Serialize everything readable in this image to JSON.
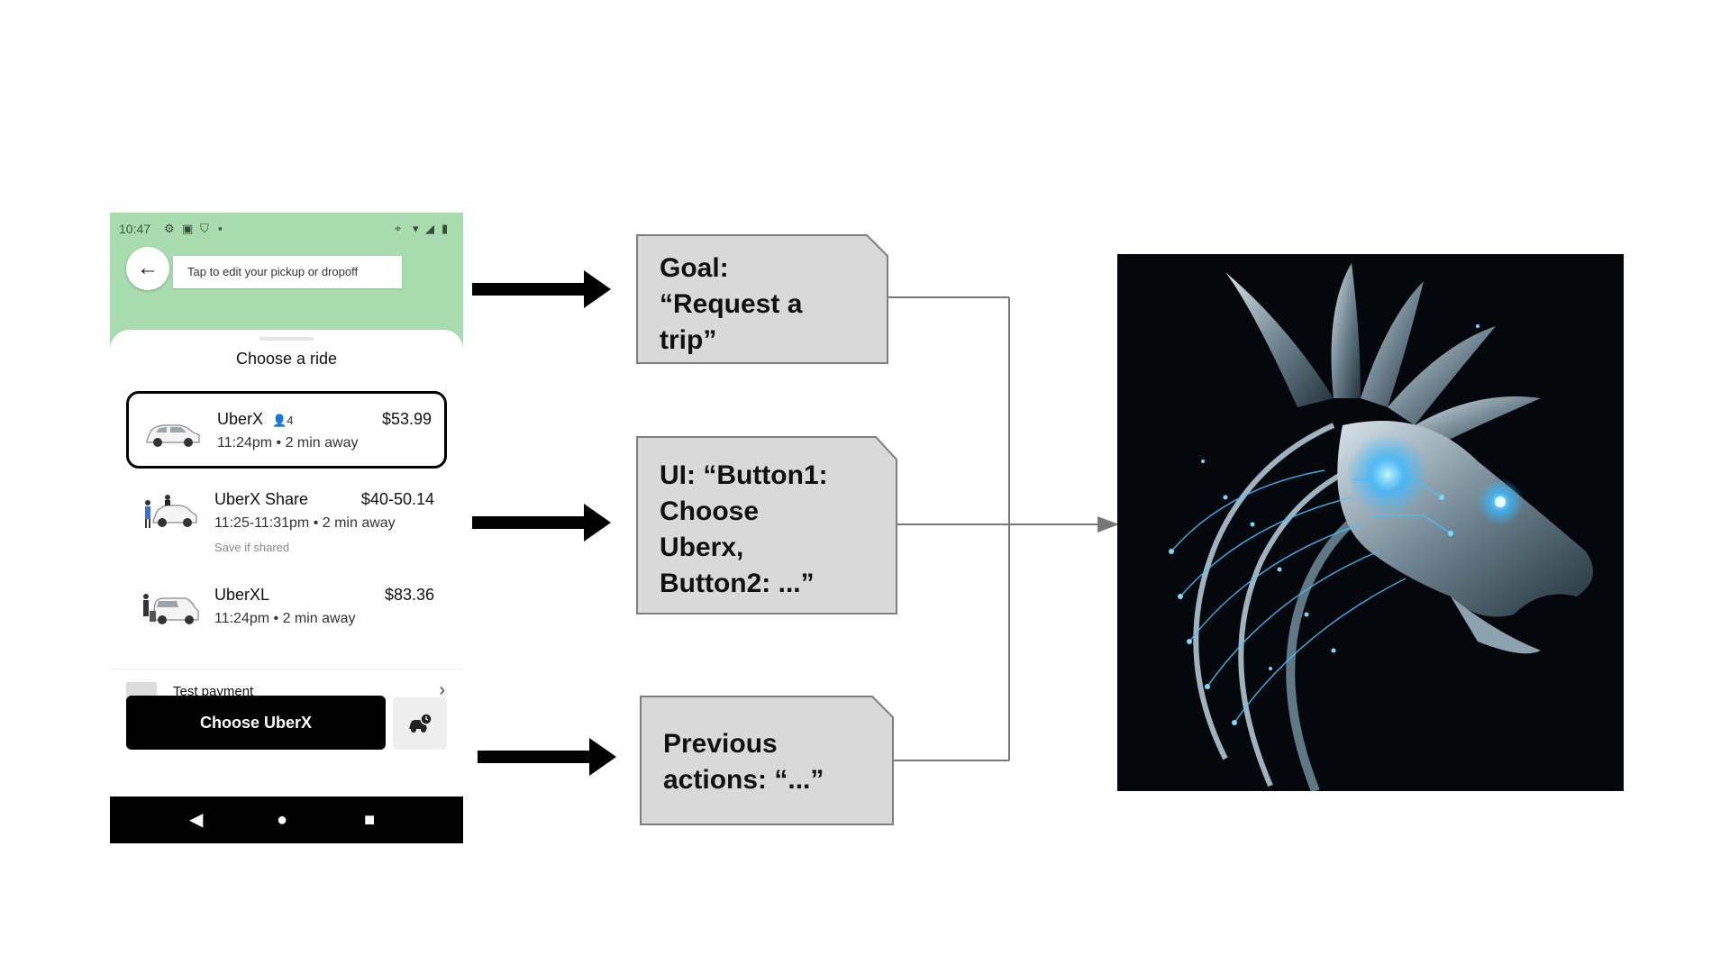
{
  "phone": {
    "status_bar": {
      "time": "10:47",
      "icons": [
        "gear-icon",
        "notepad-icon",
        "shield-icon",
        "sd-card-icon",
        "location-pin-icon",
        "wifi-icon",
        "signal-icon",
        "battery-icon"
      ]
    },
    "pickup_placeholder": "Tap to edit your pickup or dropoff",
    "sheet_title": "Choose a ride",
    "rides": [
      {
        "name": "UberX",
        "seats": "4",
        "price": "$53.99",
        "time": "11:24pm • 2 min away",
        "note": "",
        "selected": true
      },
      {
        "name": "UberX Share",
        "seats": "",
        "price": "$40-50.14",
        "time": "11:25-11:31pm • 2 min away",
        "note": "Save if shared",
        "selected": false
      },
      {
        "name": "UberXL",
        "seats": "",
        "price": "$83.36",
        "time": "11:24pm • 2 min away",
        "note": "",
        "selected": false
      }
    ],
    "payment_label": "Test payment",
    "choose_button": "Choose UberX",
    "colors": {
      "map_header": "#a8dcae",
      "button": "#000000"
    }
  },
  "boxes": {
    "goal": "Goal:\n“Request a\ntrip”",
    "ui": "UI: “Button1:\nChoose\nUberx,\nButton2: ...”",
    "previous_actions": "Previous\nactions: “...”"
  },
  "colors": {
    "box_fill": "#d9d9d9",
    "box_stroke": "#7f7f7f",
    "connector": "#777777",
    "arrow": "#000000"
  }
}
